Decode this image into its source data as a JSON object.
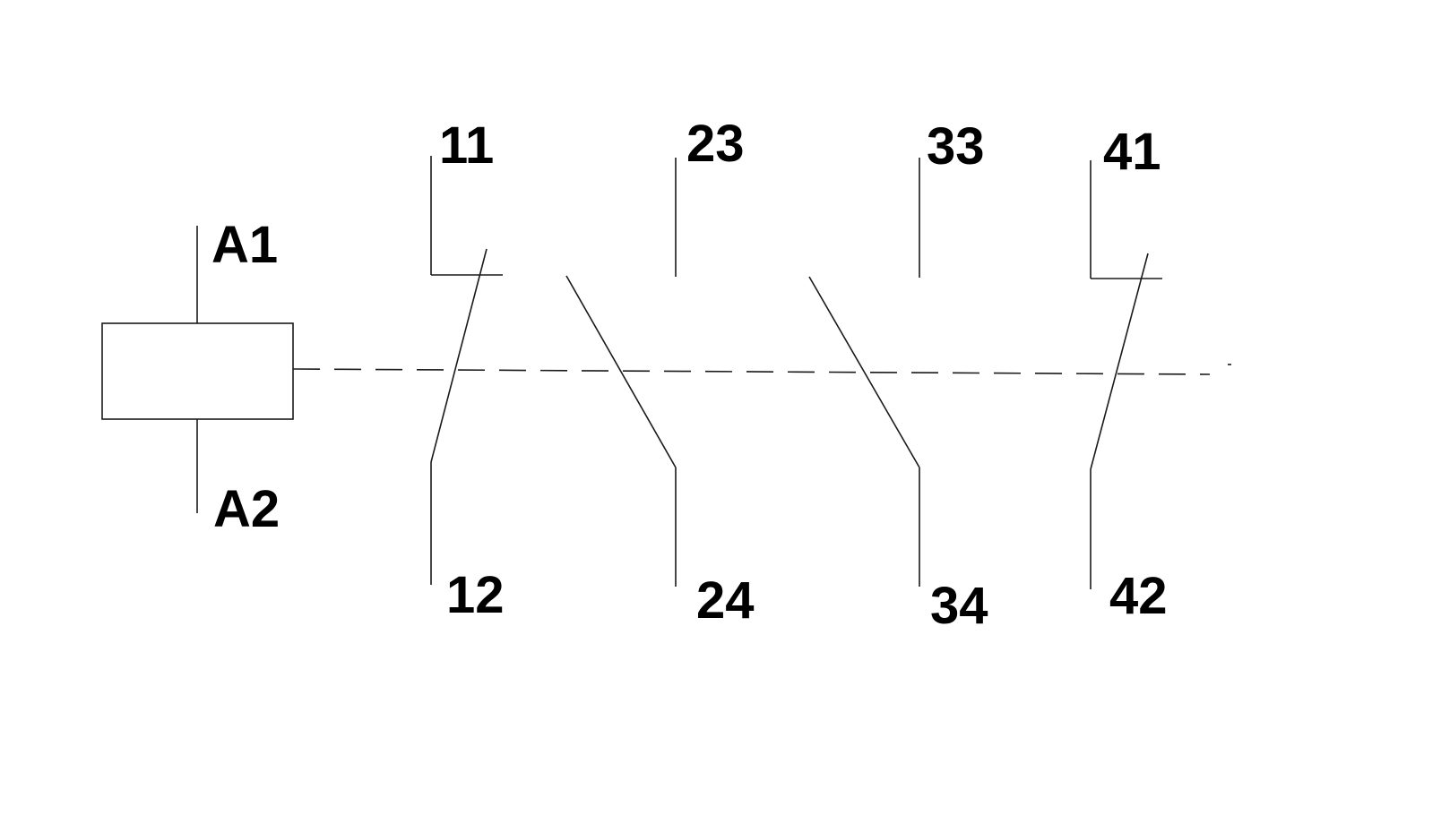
{
  "diagram": {
    "type": "relay contact schematic",
    "coil": {
      "terminals": [
        "A1",
        "A2"
      ]
    },
    "contacts": [
      {
        "kind": "normally-closed",
        "top": "11",
        "bottom": "12"
      },
      {
        "kind": "normally-open",
        "top": "23",
        "bottom": "24"
      },
      {
        "kind": "normally-open",
        "top": "33",
        "bottom": "34"
      },
      {
        "kind": "normally-closed",
        "top": "41",
        "bottom": "42"
      }
    ],
    "line_color": "#1a1a1a"
  }
}
